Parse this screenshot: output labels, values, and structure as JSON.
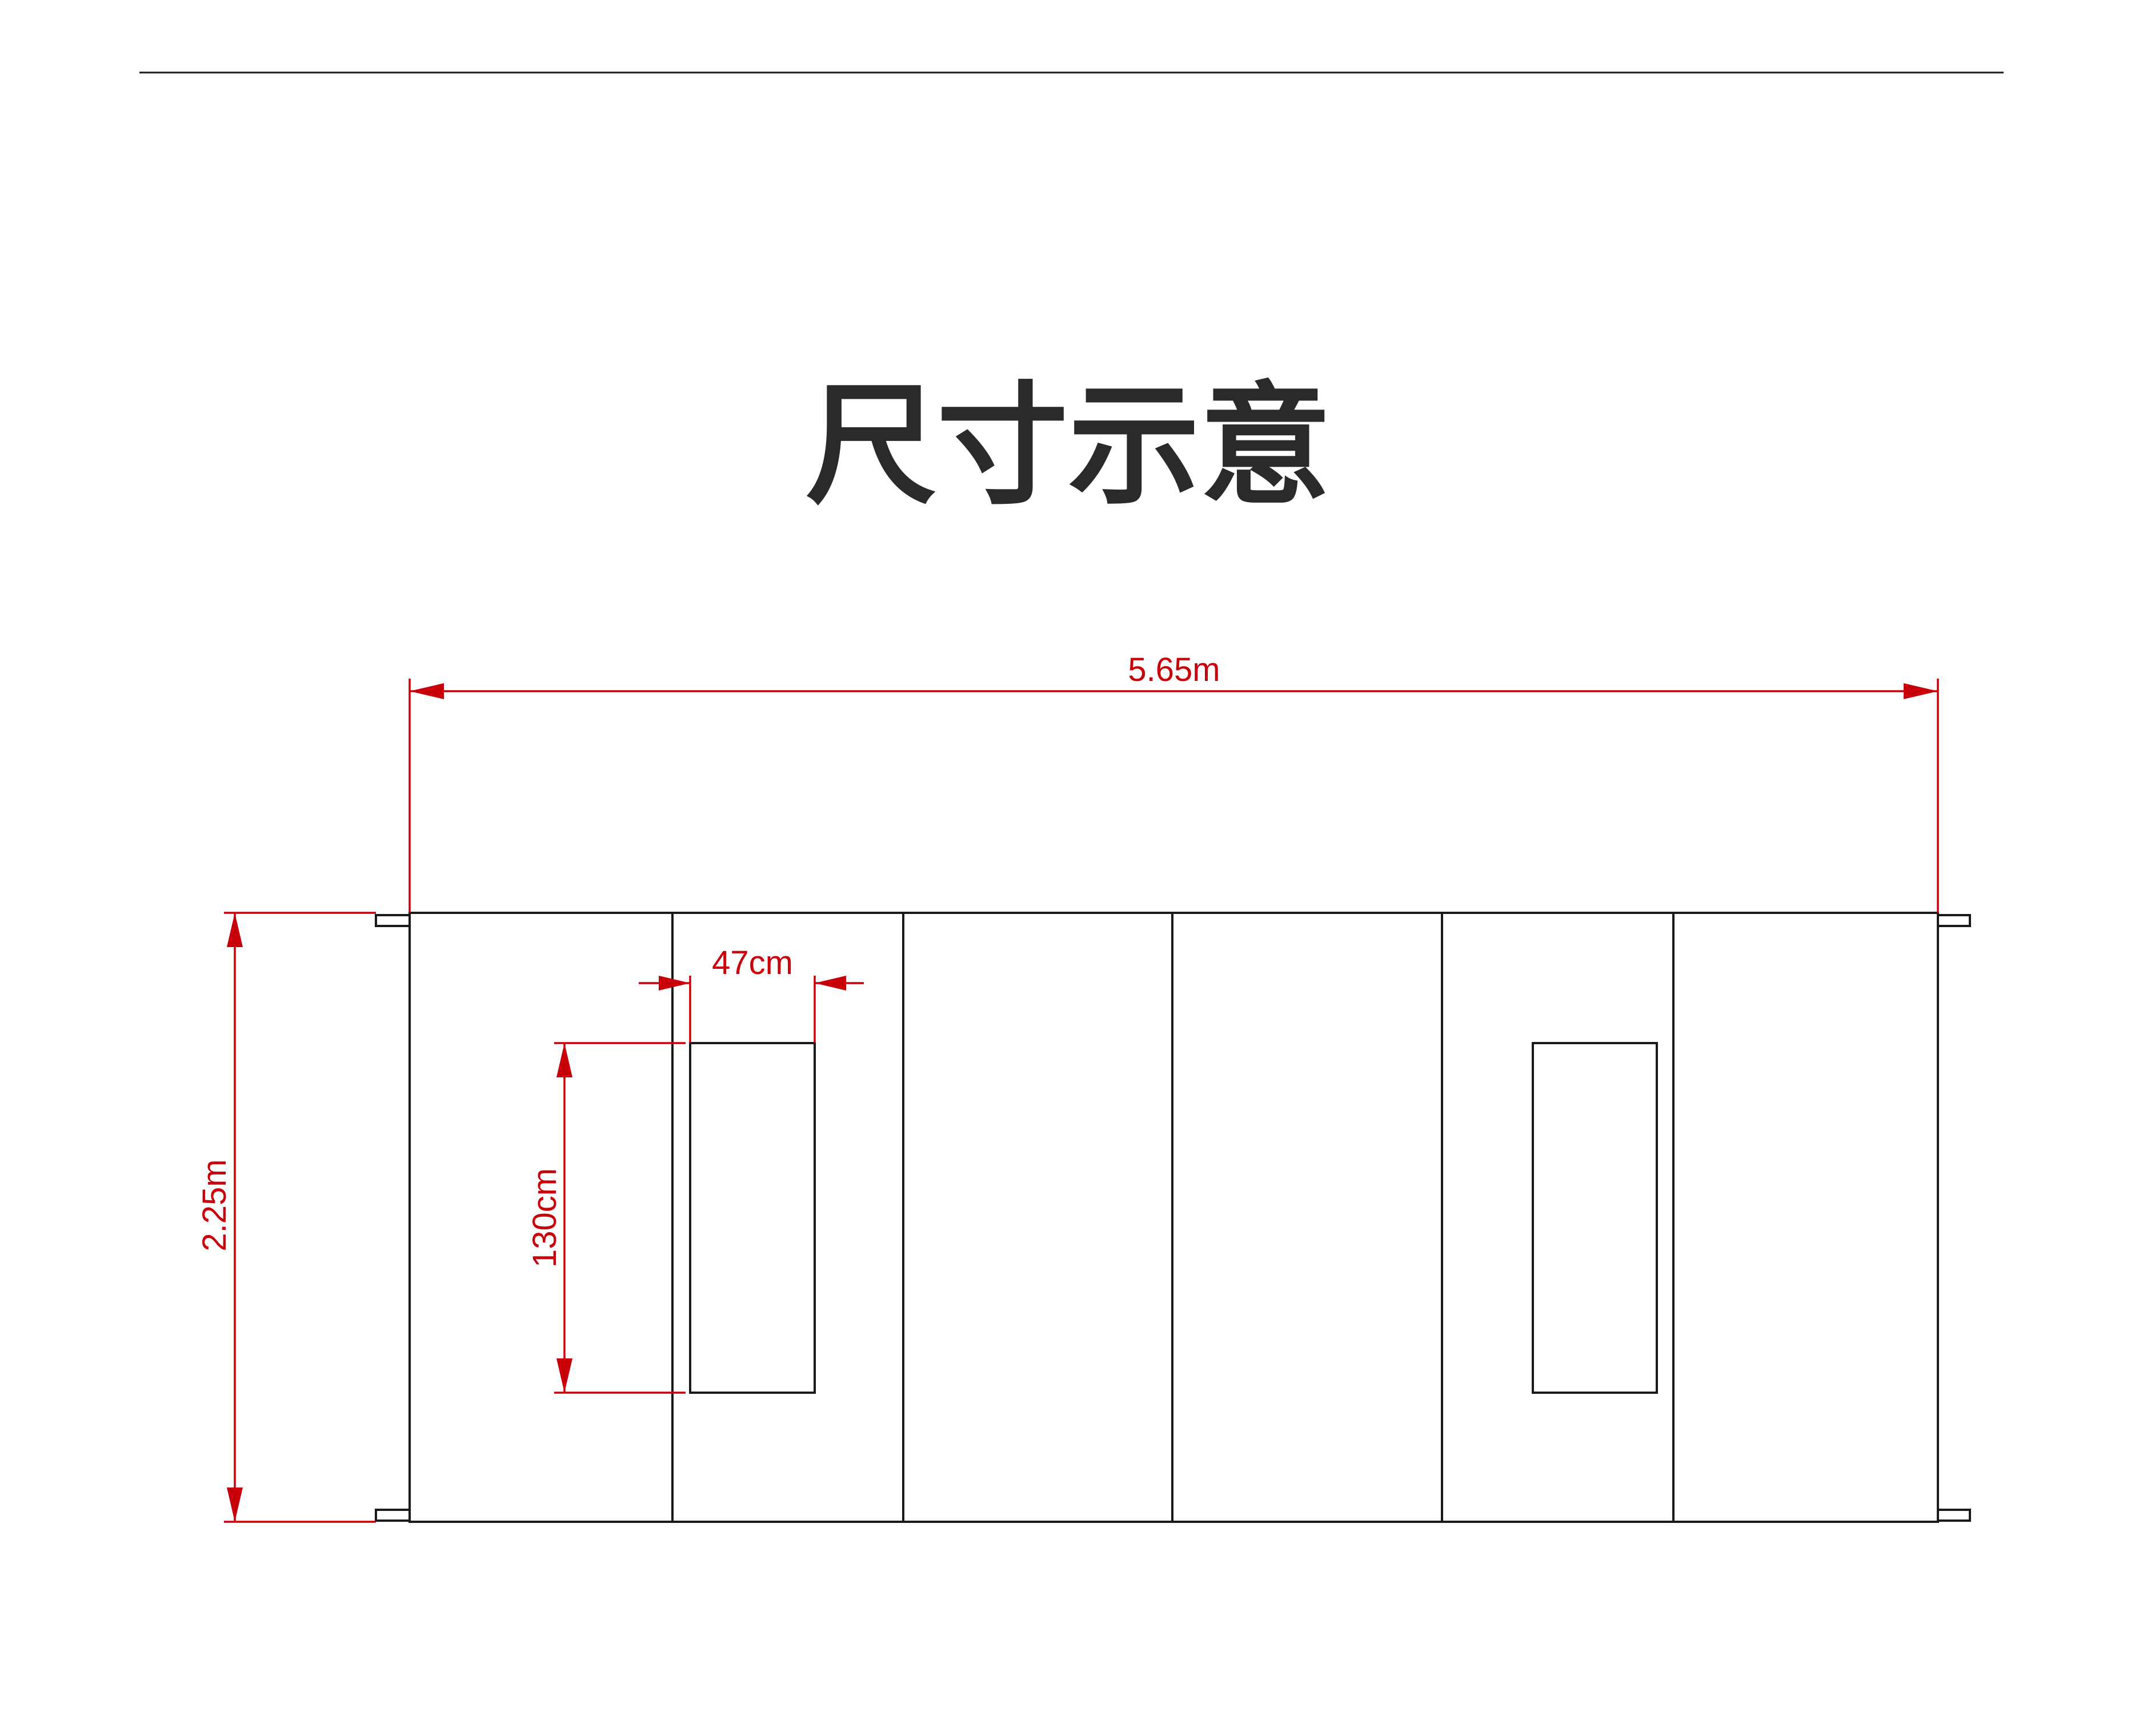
{
  "title": "尺寸示意",
  "dimensions": {
    "overall_width": "5.65m",
    "overall_height": "2.25m",
    "window_width": "47cm",
    "window_height": "130cm"
  },
  "colors": {
    "dimension_red": "#c8000a",
    "outline_black": "#1a1a1a",
    "title_gray": "#2a2a2a"
  }
}
